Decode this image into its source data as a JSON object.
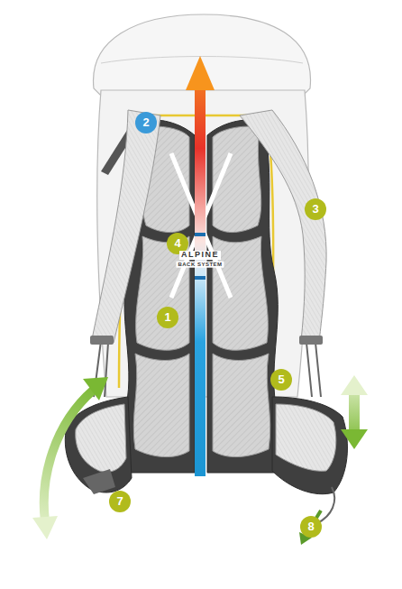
{
  "diagram": {
    "labels": [
      "2",
      "3",
      "4",
      "ALPINE",
      "BACK SYSTEM",
      "1",
      "5",
      "7",
      "8"
    ]
  }
}
